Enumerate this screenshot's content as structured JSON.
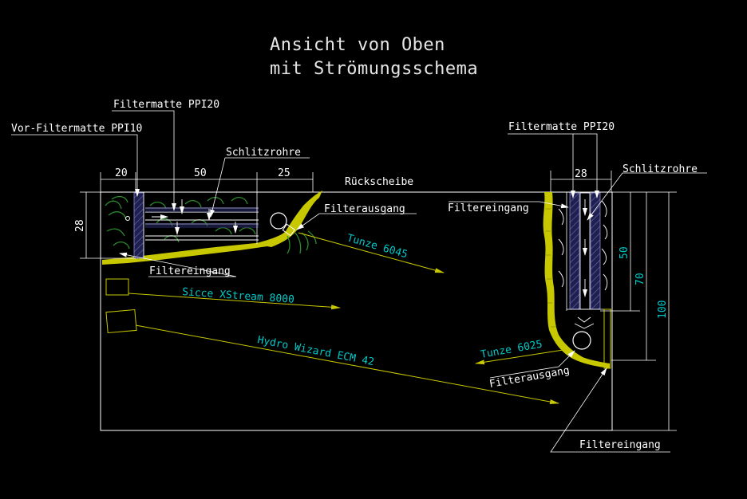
{
  "colors": {
    "background": "#000000",
    "lines": "#ffffff",
    "flow": "#c8c800",
    "pump_text": "#00c8c8",
    "filter_mat": "#2a2a6a",
    "plants": "#2c8a2c"
  },
  "title": [
    "Ansicht von Oben",
    "mit Strömungsschema"
  ],
  "labels": {
    "rear_pane": "Rückscheibe",
    "left_prefilter": "Vor-Filtermatte PPI10",
    "left_filtermat": "Filtermatte PPI20",
    "left_slotpipes": "Schlitzrohre",
    "left_outlet": "Filterausgang",
    "left_inlet": "Filtereingang",
    "right_filtermat": "Filtermatte PPI20",
    "right_slotpipes": "Schlitzrohre",
    "right_inlet_top": "Filtereingang",
    "right_outlet": "Filterausgang",
    "right_inlet_bottom": "Filtereingang"
  },
  "pumps": {
    "tunze_6045": "Tunze 6045",
    "sicce": "Sicce XStream 8000",
    "hydro": "Hydro Wizard ECM 42",
    "tunze_6025": "Tunze 6025"
  },
  "dimensions": {
    "left_20": "20",
    "left_50": "50",
    "left_25": "25",
    "left_28": "28",
    "right_28": "28",
    "right_50": "50",
    "right_70": "70",
    "right_100": "100"
  }
}
